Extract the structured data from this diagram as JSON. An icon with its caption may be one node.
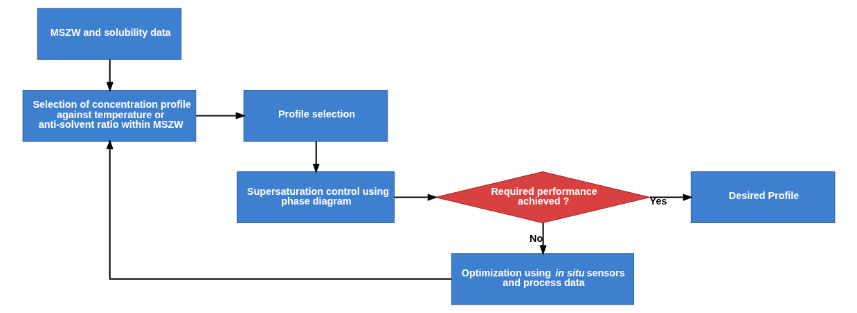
{
  "diagram": {
    "nodes": [
      {
        "text": [
          "MSZW and solubility data"
        ]
      },
      {
        "text": [
          "Selection of concentration profile against temperature or anti-solvent ratio within MSZW"
        ]
      },
      {
        "text": [
          "Profile selection"
        ]
      },
      {
        "text": [
          "Supersaturation control using phase diagram"
        ]
      },
      {
        "text": [
          "Required performance achieved ?"
        ]
      },
      {
        "text": [
          "Desired Profile"
        ]
      },
      {
        "text": [
          "Optimization using *in situ* sensors and process data"
        ]
      }
    ],
    "edges": [
      {
        "from": 0,
        "to": 1,
        "arrow": "to"
      },
      {
        "from": 1,
        "to": 2,
        "arrow": "to"
      },
      {
        "from": 2,
        "to": 3,
        "arrow": "to"
      },
      {
        "from": 3,
        "to": 4,
        "arrow": "to"
      },
      {
        "from": 4,
        "to": 5,
        "arrow": "to",
        "label": "Yes"
      },
      {
        "from": 4,
        "to": 6,
        "arrow": "to",
        "label": "No"
      },
      {
        "from": 6,
        "to": 1,
        "arrow": "to"
      }
    ]
  }
}
